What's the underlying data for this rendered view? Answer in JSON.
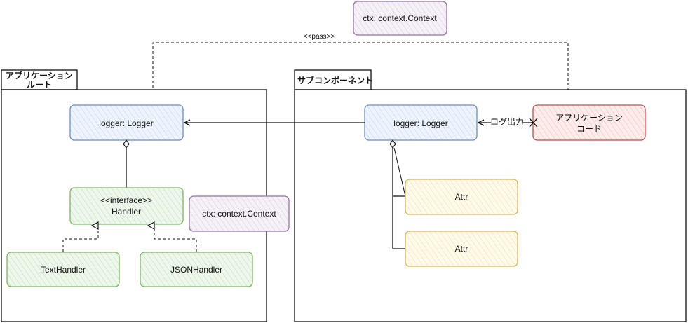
{
  "context_top": {
    "label": "ctx: context.Context"
  },
  "pass_label": "<<pass>>",
  "app_root": {
    "title_line1": "アプリケーション",
    "title_line2": "ルート",
    "logger": "logger: Logger",
    "handler_stereotype": "<<interface>>",
    "handler_name": "Handler",
    "ctx": "ctx: context.Context",
    "text_handler": "TextHandler",
    "json_handler": "JSONHandler"
  },
  "sub_component": {
    "title": "サブコンポーネント",
    "logger": "logger: Logger",
    "log_output": "ログ出力",
    "app_code_line1": "アプリケーション",
    "app_code_line2": "コード",
    "attrs": [
      "Attr",
      "Attr"
    ]
  },
  "colors": {
    "blue_fill": "#dae8fc",
    "blue_stroke": "#6c8ebf",
    "green_fill": "#d5e8d4",
    "green_stroke": "#82b366",
    "purple_fill": "#e1d5e7",
    "purple_stroke": "#9673a6",
    "red_fill": "#f8cecc",
    "red_stroke": "#b85450",
    "yellow_fill": "#fff2cc",
    "yellow_stroke": "#d6b656"
  }
}
